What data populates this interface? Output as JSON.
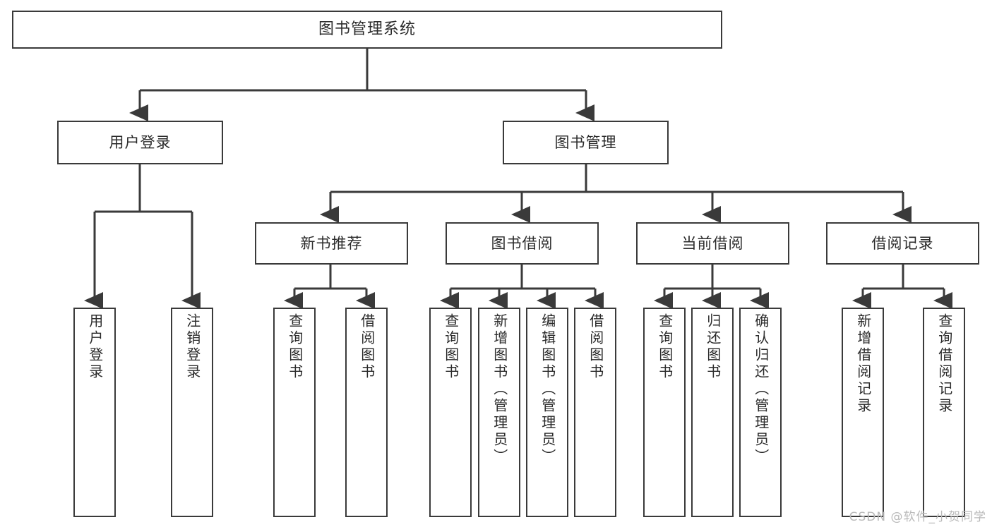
{
  "diagram": {
    "title": "图书管理系统",
    "type": "hierarchy-tree",
    "watermark": "CSDN @软件_小贺同学",
    "colors": {
      "box_border": "#3a3a3a",
      "box_fill": "#ffffff",
      "connector": "#3a3a3a",
      "text": "#2b2b2b",
      "watermark": "#b9b9b9"
    },
    "root": {
      "id": "root",
      "label": "图书管理系统"
    },
    "level2": [
      {
        "id": "user-login",
        "label": "用户登录"
      },
      {
        "id": "book-manage",
        "label": "图书管理"
      }
    ],
    "level3": [
      {
        "id": "new-book-recommend",
        "label": "新书推荐"
      },
      {
        "id": "book-borrow",
        "label": "图书借阅"
      },
      {
        "id": "current-borrow",
        "label": "当前借阅"
      },
      {
        "id": "borrow-record",
        "label": "借阅记录"
      }
    ],
    "leaves": {
      "user_login": [
        {
          "id": "leaf-user-login",
          "label": "用户登录"
        },
        {
          "id": "leaf-logout-login",
          "label": "注销登录"
        }
      ],
      "new_book_recommend": [
        {
          "id": "leaf-query-book-1",
          "label": "查询图书"
        },
        {
          "id": "leaf-borrow-book-1",
          "label": "借阅图书"
        }
      ],
      "book_borrow": [
        {
          "id": "leaf-query-book-2",
          "label": "查询图书"
        },
        {
          "id": "leaf-add-book",
          "label": "新增图书（管理员）"
        },
        {
          "id": "leaf-edit-book",
          "label": "编辑图书（管理员）"
        },
        {
          "id": "leaf-borrow-book-2",
          "label": "借阅图书"
        }
      ],
      "current_borrow": [
        {
          "id": "leaf-query-book-3",
          "label": "查询图书"
        },
        {
          "id": "leaf-return-book",
          "label": "归还图书"
        },
        {
          "id": "leaf-confirm-return",
          "label": "确认归还（管理员）"
        }
      ],
      "borrow_record": [
        {
          "id": "leaf-add-record",
          "label": "新增借阅记录"
        },
        {
          "id": "leaf-query-record",
          "label": "查询借阅记录"
        }
      ]
    }
  }
}
